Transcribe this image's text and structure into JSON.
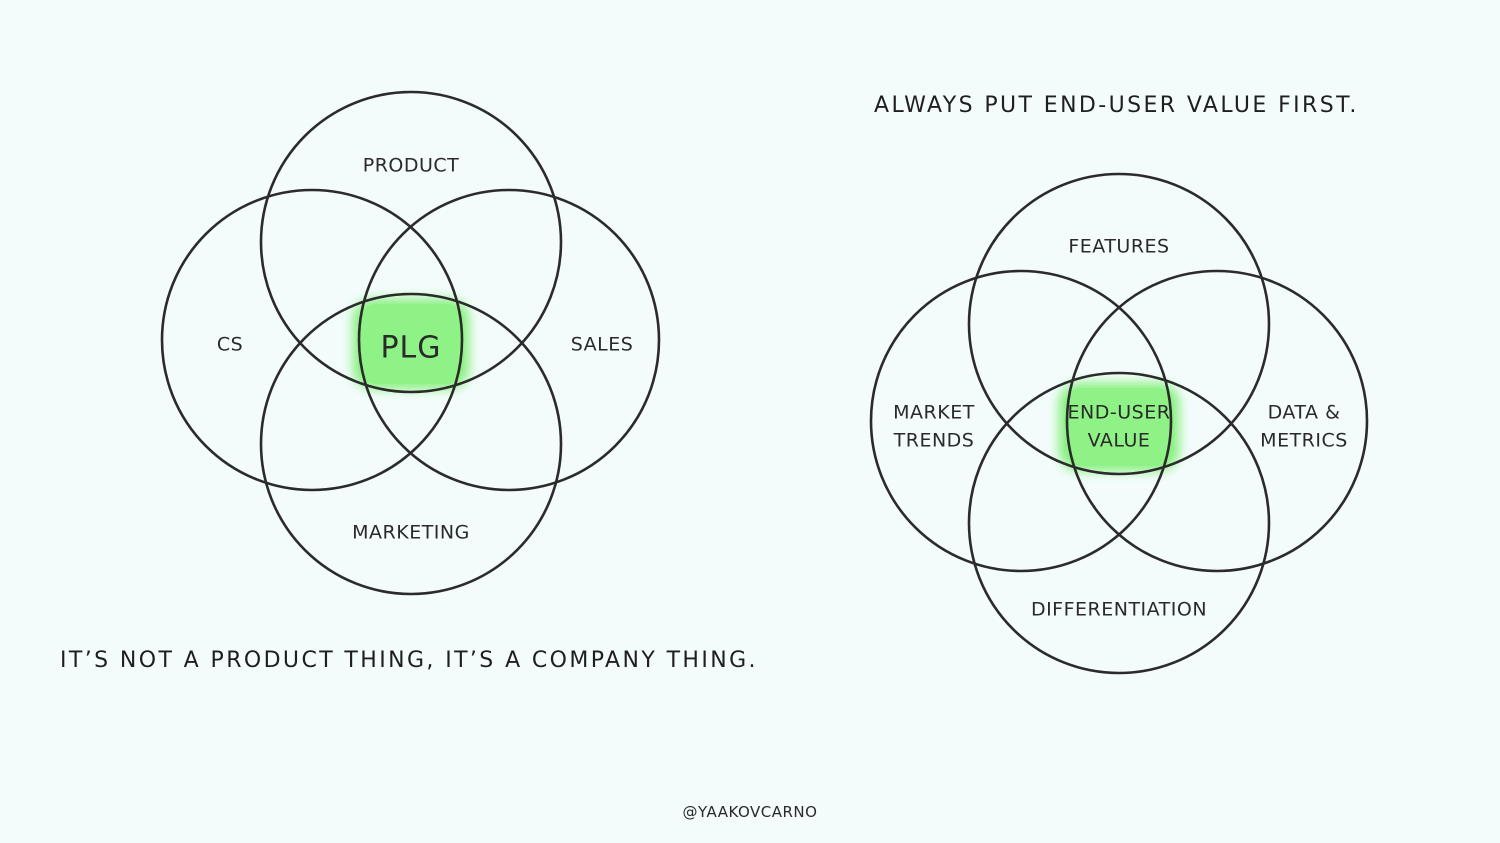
{
  "colors": {
    "background": "#f3fcfb",
    "highlight": "#86f07e",
    "stroke": "#2b2b2b"
  },
  "left_diagram": {
    "center_label": "PLG",
    "circles": {
      "top": "PRODUCT",
      "left": "CS",
      "right": "SALES",
      "bottom": "MARKETING"
    },
    "caption": "IT’S NOT A PRODUCT THING, IT’S A COMPANY THING."
  },
  "right_diagram": {
    "heading": "ALWAYS PUT END-USER VALUE FIRST.",
    "center_label_line1": "END-USER",
    "center_label_line2": "VALUE",
    "circles": {
      "top": "FEATURES",
      "left_line1": "MARKET",
      "left_line2": "TRENDS",
      "right_line1": "DATA &",
      "right_line2": "METRICS",
      "bottom": "DIFFERENTIATION"
    }
  },
  "footer": {
    "handle": "@YAAKOVCARNO"
  }
}
